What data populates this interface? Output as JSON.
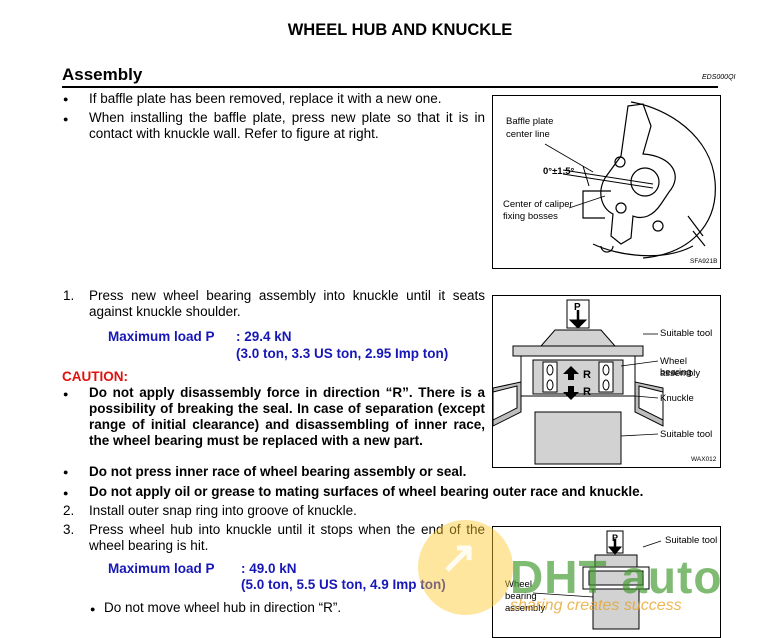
{
  "title": "WHEEL HUB AND KNUCKLE",
  "section": "Assembly",
  "section_code": "EDS000QI",
  "intro_bullets": [
    "If baffle plate has been removed, replace it with a new one.",
    "When installing the baffle plate, press new plate so that it is in contact with knuckle wall. Refer to figure at right."
  ],
  "fig1": {
    "labels": [
      "Baffle plate",
      "center line",
      "0°±1.5°",
      "Center of caliper",
      "fixing bosses"
    ],
    "code": "SFA921B"
  },
  "step1": {
    "num": "1.",
    "text": "Press new wheel bearing assembly into knuckle until it seats against knuckle shoulder.",
    "load_label": "Maximum load P",
    "load_value": ": 29.4 kN",
    "load_sub": "(3.0 ton, 3.3 US ton, 2.95 Imp ton)"
  },
  "caution_label": "CAUTION:",
  "caution_bullets": [
    "Do not apply disassembly force in direction “R”. There is a possibility of breaking the seal. In case of separation (except range of initial clearance) and disassembling of inner race, the wheel bearing must be replaced with a new part.",
    "Do not press inner race of wheel bearing assembly or seal.",
    "Do not apply oil or grease to mating surfaces of wheel bearing outer race and knuckle."
  ],
  "fig2": {
    "labels": [
      "Suitable tool",
      "Wheel bearing",
      "assembly",
      "Knuckle",
      "Suitable tool"
    ],
    "p": "P",
    "r": "R",
    "code": "WAX012"
  },
  "step2": {
    "num": "2.",
    "text": "Install outer snap ring into groove of knuckle."
  },
  "step3": {
    "num": "3.",
    "text": "Press wheel hub into knuckle until it stops when the end of the wheel bearing is hit.",
    "load_label": "Maximum load P",
    "load_value": ": 49.0 kN",
    "load_sub": "(5.0 ton, 5.5 US ton, 4.9 Imp ton)",
    "bullet": "Do not move wheel hub in direction “R”."
  },
  "fig3": {
    "labels": [
      "Suitable tool",
      "Wheel",
      "bearing",
      "assembly"
    ],
    "p": "P"
  },
  "watermark": {
    "brand": "DHT auto",
    "slogan": "sharing creates success"
  }
}
